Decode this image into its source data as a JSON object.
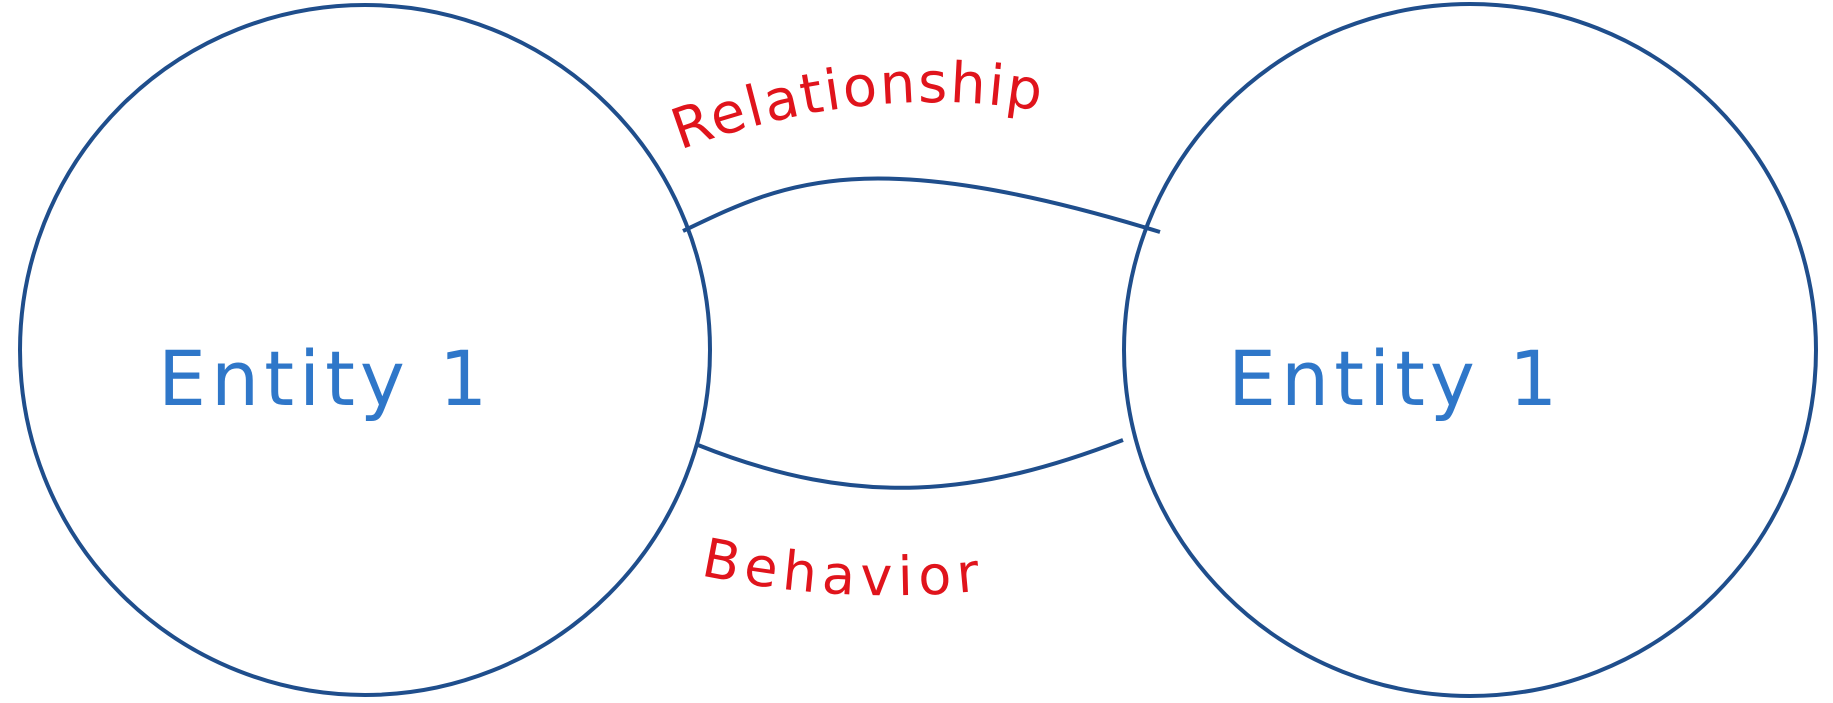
{
  "entities": [
    {
      "label": "Entity 1"
    },
    {
      "label": "Entity 1"
    }
  ],
  "relations": {
    "top": "Relationship",
    "bottom": "Behavior"
  },
  "colors": {
    "outline": "#1f4e8c",
    "entity_text": "#2f77c9",
    "relation_text": "#e0141c"
  }
}
